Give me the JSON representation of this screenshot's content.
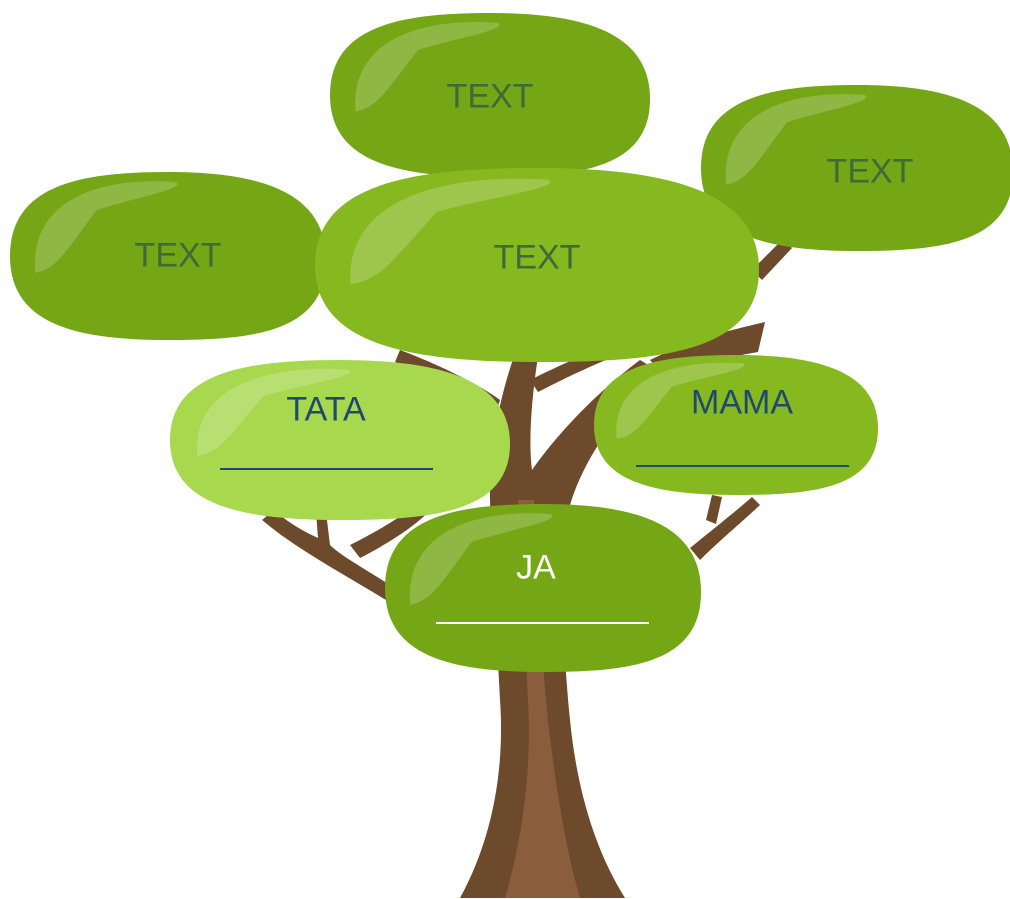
{
  "colors": {
    "trunk": "#6e4a2c",
    "trunk_light": "#8a5d3c",
    "leaf_dark": "#74a616",
    "leaf_mid": "#86b820",
    "leaf_light": "#a7d84e",
    "highlight": "#ffffff",
    "text_muted": "#3e6b38",
    "text_blue": "#1f4a70",
    "text_white": "#ffffff"
  },
  "nodes": [
    {
      "id": "top",
      "label": "TEXT",
      "style": "muted"
    },
    {
      "id": "right",
      "label": "TEXT",
      "style": "muted"
    },
    {
      "id": "left",
      "label": "TEXT",
      "style": "muted"
    },
    {
      "id": "center",
      "label": "TEXT",
      "style": "muted"
    },
    {
      "id": "tata",
      "label": "TATA",
      "style": "blue",
      "underline": true
    },
    {
      "id": "mama",
      "label": "MAMA",
      "style": "blue",
      "underline": true
    },
    {
      "id": "ja",
      "label": "JA",
      "style": "white",
      "underline": true
    }
  ]
}
